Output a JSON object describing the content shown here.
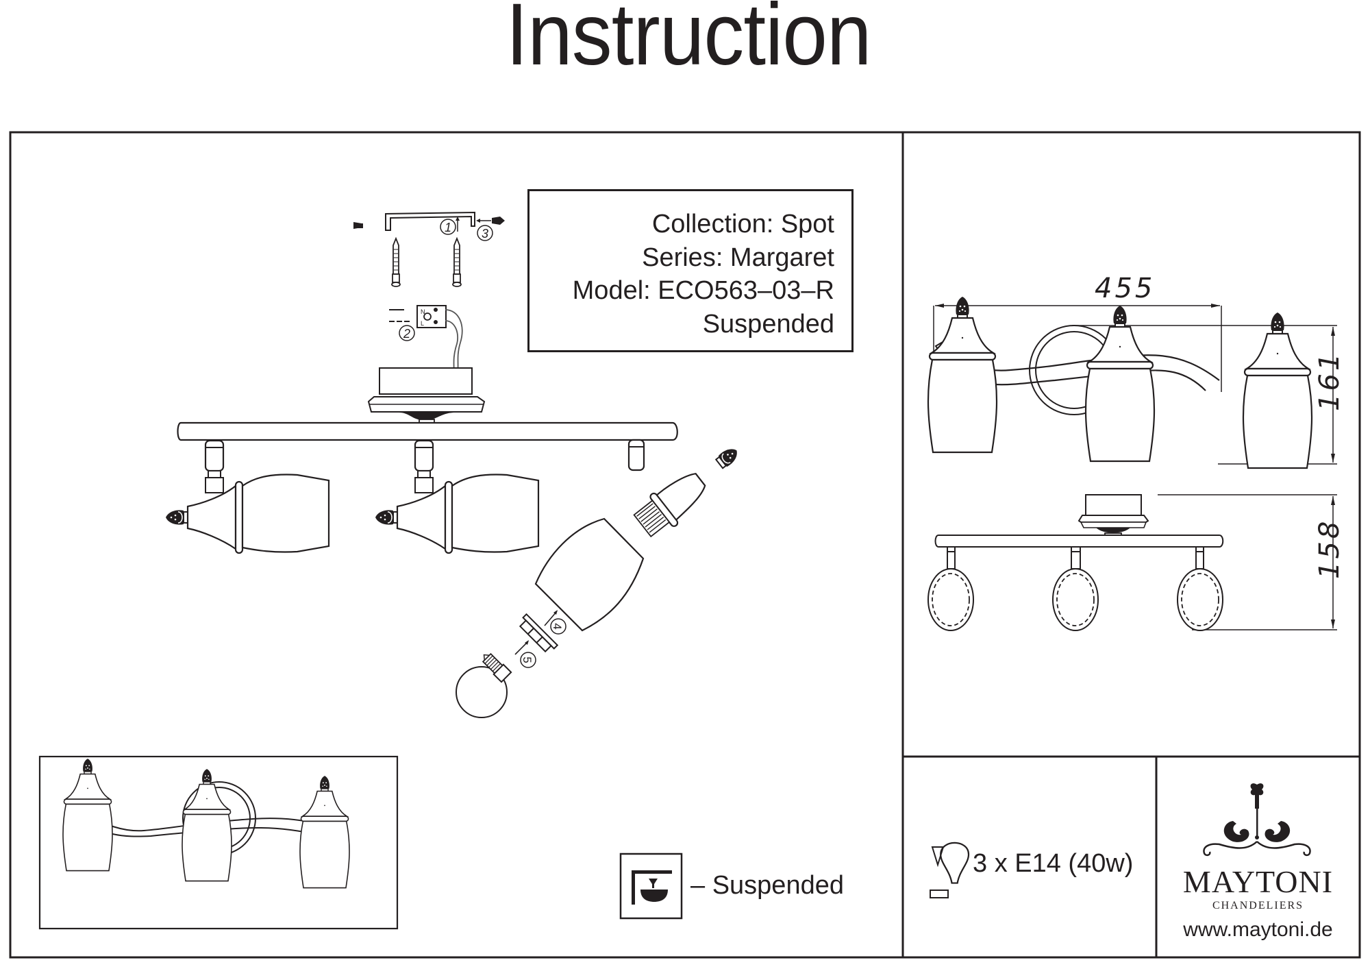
{
  "header": {
    "title": "Instruction"
  },
  "product_info": {
    "collection": "Collection: Spot",
    "series": "Series: Margaret",
    "model": "Model: ECO563–03–R",
    "type": "Suspended"
  },
  "assembly_steps": [
    {
      "number": "1",
      "description": "mounting-bracket"
    },
    {
      "number": "2",
      "description": "terminal-block"
    },
    {
      "number": "3",
      "description": "bracket-screw"
    },
    {
      "number": "4",
      "description": "glass-shade"
    },
    {
      "number": "5",
      "description": "bulb"
    }
  ],
  "terminal_labels": {
    "neutral": "N",
    "live": "L"
  },
  "dimensions": {
    "width": "455",
    "height_front": "161",
    "height_side": "158"
  },
  "legend": {
    "mount_icon": "suspended-mount-icon",
    "mount_label": "– Suspended"
  },
  "bulb_spec": {
    "icon": "light-bulb-icon",
    "label": "3 x E14 (40w)"
  },
  "brand": {
    "name": "MAYTONI",
    "subtitle": "CHANDELIERS",
    "url": "www.maytoni.de"
  },
  "colors": {
    "ink": "#231f20",
    "background": "#ffffff"
  }
}
